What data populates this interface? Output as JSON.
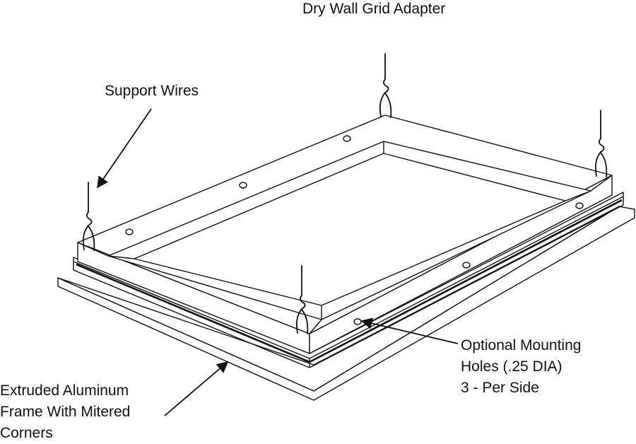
{
  "title": "Dry Wall Grid Adapter",
  "labels": {
    "support_wires": "Support Wires",
    "mounting_holes": [
      "Optional Mounting",
      "Holes (.25 DIA)",
      "3 - Per Side"
    ],
    "frame": [
      "Extruded Aluminum",
      "Frame With Mitered",
      "Corners"
    ]
  },
  "colors": {
    "line": "#111111",
    "background": "#ffffff",
    "fill": "#ffffff"
  }
}
